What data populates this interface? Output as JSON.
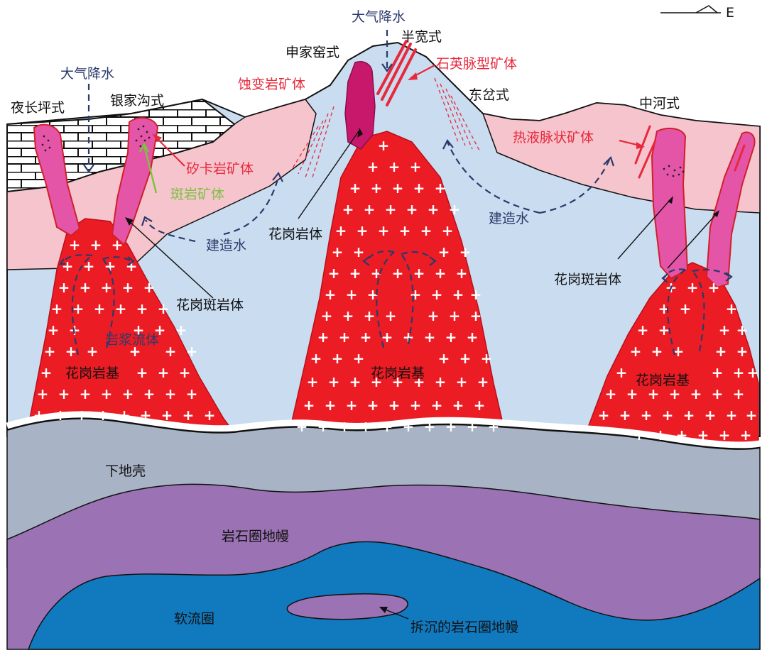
{
  "compass": {
    "letter": "E"
  },
  "colors": {
    "upper_crust": "#c9dcf0",
    "carbonate": "#f6c4cc",
    "granite": "#ec1c24",
    "porphyry": "#e455a8",
    "alteration": "#c8186c",
    "lower_crust": "#a8b3c5",
    "lithosphere": "#9b72b3",
    "asthenosphere": "#1179be",
    "annotation_blue": "#2b3a6b",
    "ore_red": "#e8283c",
    "skarn_green": "#7dc242"
  },
  "labels": {
    "rain_top": "大气降水",
    "rain_left": "大气降水",
    "shenjiayao": "申家窑式",
    "banjuan": "半宽式",
    "quartz_vein": "石英脉型矿体",
    "altered_rock": "蚀变岩矿体",
    "dongcha": "东岔式",
    "zhonghe": "中河式",
    "yechangping": "夜长坪式",
    "yinjiagou": "银家沟式",
    "hydrothermal_vein": "热液脉状矿体",
    "skarn_ore": "矽卡岩矿体",
    "porphyry_ore": "斑岩矿体",
    "formation_water_left": "建造水",
    "formation_water_right": "建造水",
    "granite_body": "花岗岩体",
    "granite_porphyry_left": "花岗斑岩体",
    "granite_porphyry_right": "花岗斑岩体",
    "magma_flow": "岩浆流体",
    "batholith_left": "花岗岩基",
    "batholith_center": "花岗岩基",
    "batholith_right": "花岗岩基",
    "lower_crust": "下地壳",
    "lithospheric_mantle": "岩石圈地幔",
    "asthenosphere": "软流圈",
    "delaminated_mantle": "拆沉的岩石圈地幔"
  }
}
